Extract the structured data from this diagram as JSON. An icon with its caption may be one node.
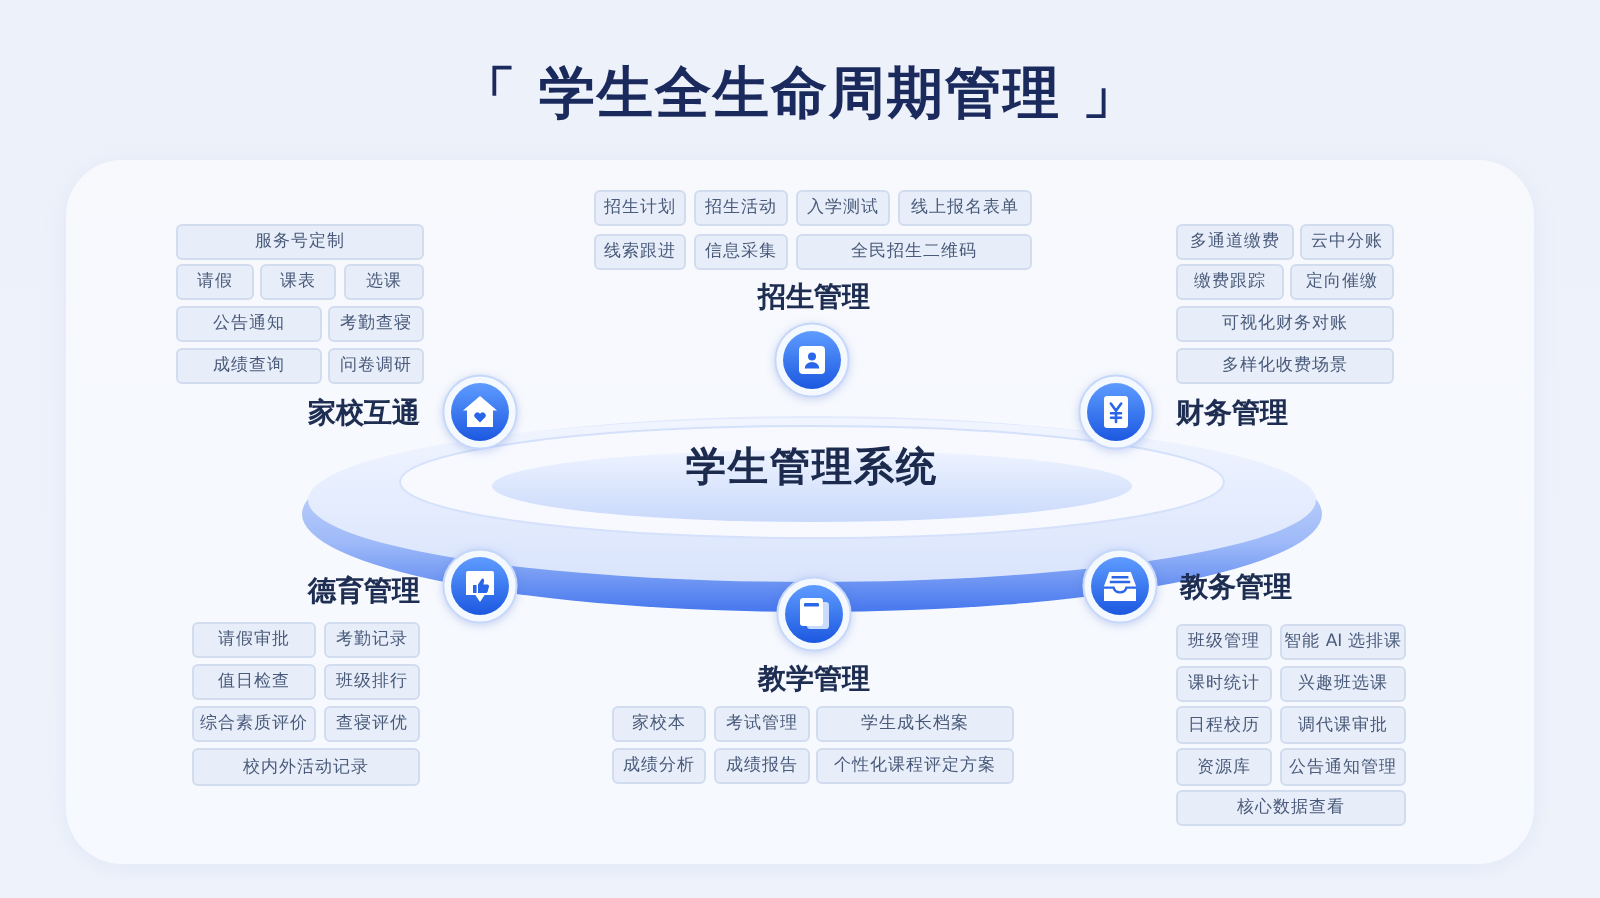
{
  "diagram": {
    "title": "「 学生全生命周期管理 」",
    "nodes": [
      {
        "text": [
          "招生计划"
        ]
      },
      {
        "text": [
          "招生活动"
        ]
      },
      {
        "text": [
          "入学测试"
        ]
      },
      {
        "text": [
          "线上报名表单"
        ]
      },
      {
        "text": [
          "线索跟进"
        ]
      },
      {
        "text": [
          "信息采集"
        ]
      },
      {
        "text": [
          "全民招生二维码"
        ]
      },
      {
        "text": [
          "服务号定制"
        ]
      },
      {
        "text": [
          "请假"
        ]
      },
      {
        "text": [
          "课表"
        ]
      },
      {
        "text": [
          "选课"
        ]
      },
      {
        "text": [
          "公告通知"
        ]
      },
      {
        "text": [
          "考勤查寝"
        ]
      },
      {
        "text": [
          "成绩查询"
        ]
      },
      {
        "text": [
          "问卷调研"
        ]
      },
      {
        "text": [
          "多通道缴费"
        ]
      },
      {
        "text": [
          "云中分账"
        ]
      },
      {
        "text": [
          "缴费跟踪"
        ]
      },
      {
        "text": [
          "定向催缴"
        ]
      },
      {
        "text": [
          "可视化财务对账"
        ]
      },
      {
        "text": [
          "多样化收费场景"
        ]
      },
      {
        "text": [
          "学生管理系统"
        ]
      },
      {
        "text": [
          "请假审批"
        ]
      },
      {
        "text": [
          "考勤记录"
        ]
      },
      {
        "text": [
          "值日检查"
        ]
      },
      {
        "text": [
          "班级排行"
        ]
      },
      {
        "text": [
          "综合素质评价"
        ]
      },
      {
        "text": [
          "查寝评优"
        ]
      },
      {
        "text": [
          "校内外活动记录"
        ]
      },
      {
        "text": [
          "班级管理"
        ]
      },
      {
        "text": [
          "智能 AI 选排课"
        ]
      },
      {
        "text": [
          "课时统计"
        ]
      },
      {
        "text": [
          "兴趣班选课"
        ]
      },
      {
        "text": [
          "日程校历"
        ]
      },
      {
        "text": [
          "调代课审批"
        ]
      },
      {
        "text": [
          "资源库"
        ]
      },
      {
        "text": [
          "公告通知管理"
        ]
      },
      {
        "text": [
          "核心数据查看"
        ]
      },
      {
        "text": [
          "家校本"
        ]
      },
      {
        "text": [
          "考试管理"
        ]
      },
      {
        "text": [
          "学生成长档案"
        ]
      },
      {
        "text": [
          "成绩分析"
        ]
      },
      {
        "text": [
          "成绩报告"
        ]
      },
      {
        "text": [
          "个性化课程评定方案"
        ]
      }
    ],
    "labels": [
      "招生管理",
      "家校互通",
      "财务管理",
      "德育管理",
      "教务管理",
      "教学管理"
    ]
  }
}
